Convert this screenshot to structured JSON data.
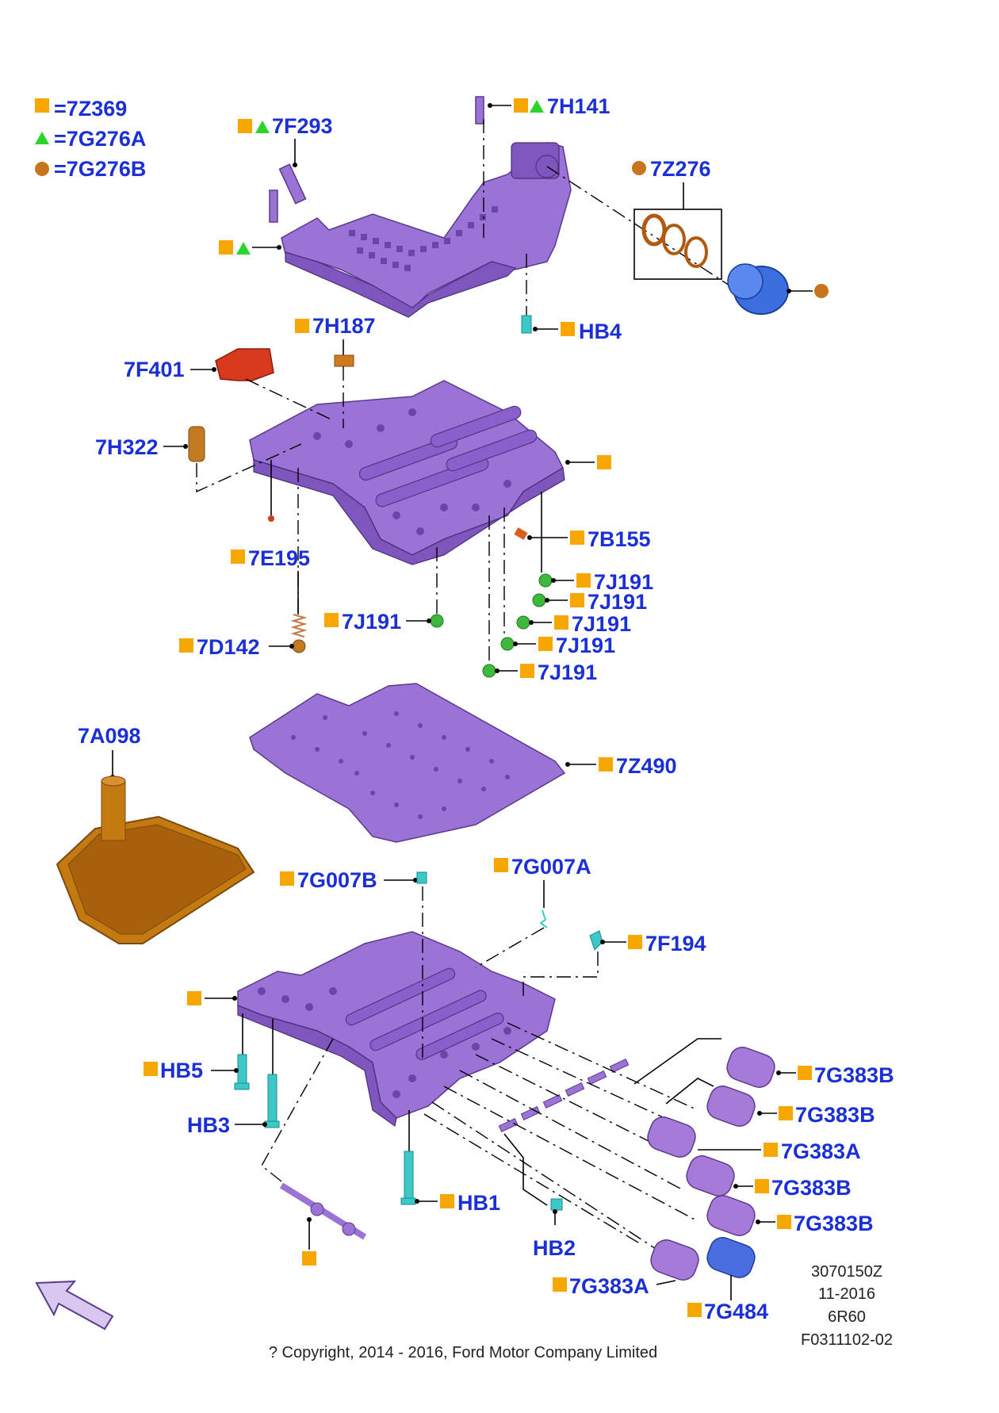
{
  "legend": [
    {
      "symbol": "square",
      "text": "=7Z369"
    },
    {
      "symbol": "triangle",
      "text": "=7G276A"
    },
    {
      "symbol": "circle",
      "text": "=7G276B"
    }
  ],
  "callouts": {
    "c7F293": "7F293",
    "c7H141": "7H141",
    "c7Z276": "7Z276",
    "cHB4": "HB4",
    "c7H187": "7H187",
    "c7F401": "7F401",
    "c7H322": "7H322",
    "c7E195": "7E195",
    "c7B155": "7B155",
    "c7J191a": "7J191",
    "c7J191b": "7J191",
    "c7J191c": "7J191",
    "c7J191d": "7J191",
    "c7J191e": "7J191",
    "c7J191f": "7J191",
    "c7D142": "7D142",
    "c7A098": "7A098",
    "c7Z490": "7Z490",
    "c7G007B": "7G007B",
    "c7G007A": "7G007A",
    "c7F194": "7F194",
    "cHB5": "HB5",
    "cHB3": "HB3",
    "cHB1": "HB1",
    "cHB2": "HB2",
    "c7G383B1": "7G383B",
    "c7G383B2": "7G383B",
    "c7G383A1": "7G383A",
    "c7G383B3": "7G383B",
    "c7G383B4": "7G383B",
    "c7G383A2": "7G383A",
    "c7G484": "7G484"
  },
  "meta": {
    "code": "3070150Z",
    "date": "11-2016",
    "model": "6R60",
    "ref": "F0311102-02",
    "copyright": "? Copyright, 2014 - 2016, Ford Motor Company Limited"
  },
  "colors": {
    "label": "#1a2fd6",
    "square": "#f7a800",
    "triangle": "#2ad42a",
    "circle": "#c8741c",
    "part": "#9b72d6",
    "filter": "#c47a10",
    "bolt": "#3cc8c8",
    "ball": "#3fb83f"
  },
  "icons": [
    "direction-arrow-icon",
    "square-icon",
    "triangle-icon",
    "circle-icon"
  ]
}
